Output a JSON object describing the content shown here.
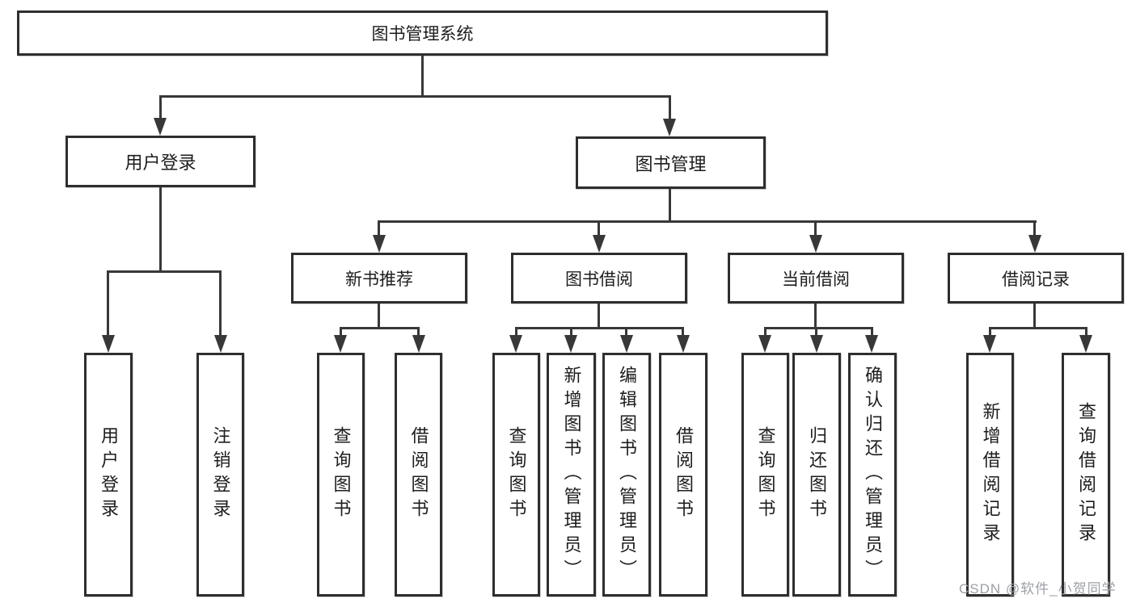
{
  "diagram": {
    "title": "图书管理系统",
    "root": {
      "label": "图书管理系统"
    },
    "level2": [
      {
        "id": "user-login",
        "label": "用户登录"
      },
      {
        "id": "book-management",
        "label": "图书管理"
      }
    ],
    "level3": [
      {
        "id": "new-book-recommendation",
        "label": "新书推荐",
        "parent": "图书管理"
      },
      {
        "id": "book-borrowing",
        "label": "图书借阅",
        "parent": "图书管理"
      },
      {
        "id": "current-borrowing",
        "label": "当前借阅",
        "parent": "图书管理"
      },
      {
        "id": "borrowing-records",
        "label": "借阅记录",
        "parent": "图书管理"
      }
    ],
    "leaves": [
      {
        "id": "user-login",
        "label": "用户登录",
        "parent": "用户登录"
      },
      {
        "id": "logout",
        "label": "注销登录",
        "parent": "用户登录"
      },
      {
        "id": "query-books-recommend",
        "label": "查询图书",
        "parent": "新书推荐"
      },
      {
        "id": "borrow-books-recommend",
        "label": "借阅图书",
        "parent": "新书推荐"
      },
      {
        "id": "query-books-borrowing",
        "label": "查询图书",
        "parent": "图书借阅"
      },
      {
        "id": "add-books-admin",
        "label": "新增图书（管理员）",
        "parent": "图书借阅"
      },
      {
        "id": "edit-books-admin",
        "label": "编辑图书（管理员）",
        "parent": "图书借阅"
      },
      {
        "id": "borrow-books-borrowing",
        "label": "借阅图书",
        "parent": "图书借阅"
      },
      {
        "id": "query-books-current",
        "label": "查询图书",
        "parent": "当前借阅"
      },
      {
        "id": "return-books",
        "label": "归还图书",
        "parent": "当前借阅"
      },
      {
        "id": "confirm-return-admin",
        "label": "确认归还（管理员）",
        "parent": "当前借阅"
      },
      {
        "id": "add-borrow-record",
        "label": "新增借阅记录",
        "parent": "借阅记录"
      },
      {
        "id": "query-borrow-record",
        "label": "查询借阅记录",
        "parent": "借阅记录"
      }
    ]
  },
  "watermark": {
    "text": "CSDN @软件_小贺同学",
    "color": "#9da0a6"
  },
  "colors": {
    "background": "#ffffff",
    "box_fill": "#ffffff",
    "box_border": "#2e2e2e",
    "line": "#383838",
    "text": "#1d1d1d"
  }
}
